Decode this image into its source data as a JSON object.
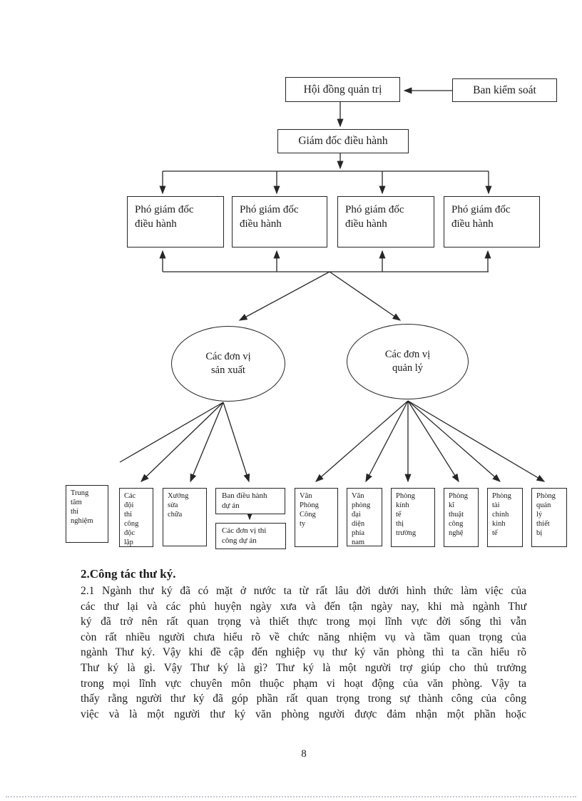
{
  "page": {
    "number": "8"
  },
  "diagram": {
    "board_box": "Hội đồng quản trị",
    "control_box": "Ban kiểm soát",
    "ceo_box": "Giám đốc điều hành",
    "deputies": [
      {
        "lines": [
          "Phó giám đốc",
          "điều hành"
        ]
      },
      {
        "lines": [
          "Phó giám đốc",
          "điều hành"
        ]
      },
      {
        "lines": [
          "Phó giám đốc",
          "điều hành"
        ]
      },
      {
        "lines": [
          "Phó giám đốc",
          "điều hành"
        ]
      }
    ],
    "ellipses": [
      {
        "lines": [
          "Các đơn vị",
          "sản xuất"
        ]
      },
      {
        "lines": [
          "Các đơn vị",
          "quản lý"
        ]
      }
    ],
    "units": [
      [
        "Trung",
        "tâm",
        "thí",
        "nghiệm"
      ],
      [
        "Các",
        "đội",
        "thi",
        "công",
        "độc",
        "lập"
      ],
      [
        "Xưởng",
        "sửa",
        "chữa"
      ],
      [
        "Ban điều hành",
        "dự án"
      ],
      [
        "Các đơn vị thi",
        "công dự án"
      ],
      [
        "Văn",
        "Phòng",
        "Công",
        "ty"
      ],
      [
        "Văn",
        "phòng",
        "đại",
        "diện",
        "phía",
        "nam"
      ],
      [
        "Phòng",
        "kính",
        "tế",
        "thị",
        "trường"
      ],
      [
        "Phòng",
        "kĩ",
        "thuật",
        "công",
        "nghệ"
      ],
      [
        "Phòng",
        "tài",
        "chính",
        "kinh",
        "tế"
      ],
      [
        "Phòng",
        "quản",
        "lý",
        "thiết",
        "bị"
      ]
    ]
  },
  "body": {
    "heading": "2.Công tác thư ký.",
    "lines": [
      "2.1 Ngành thư ký đã có mặt ở nước ta từ rất lâu đời dưới hình thức làm việc của",
      "các thư lại và các phủ huyện ngày xưa và đến tận ngày nay, khi mà ngành Thư",
      "ký đã trở nên rất quan trọng và thiết thực trong mọi lĩnh vực đời sống thì vẫn",
      "còn rất nhiều người chưa hiểu rõ về chức năng nhiệm vụ và tầm quan trọng của",
      "ngành Thư ký. Vậy khi đề cập đến nghiệp vụ thư ký văn phòng thì ta cần hiểu rõ",
      "Thư ký là gì. Vậy Thư ký là gì? Thư ký là một người trợ giúp cho thủ trưởng",
      "trong mọi lĩnh vực chuyên môn thuộc phạm vi hoạt động của văn phòng. Vậy ta",
      "thấy rằng người thư ký đã góp phần rất quan trọng trong sự thành công của công",
      "việc và là một người thư ký văn phòng người được đảm nhận một phần hoặc"
    ]
  },
  "colors": {
    "ink": "#1a1a1a",
    "border": "#262626",
    "page_bg": "#ffffff"
  }
}
